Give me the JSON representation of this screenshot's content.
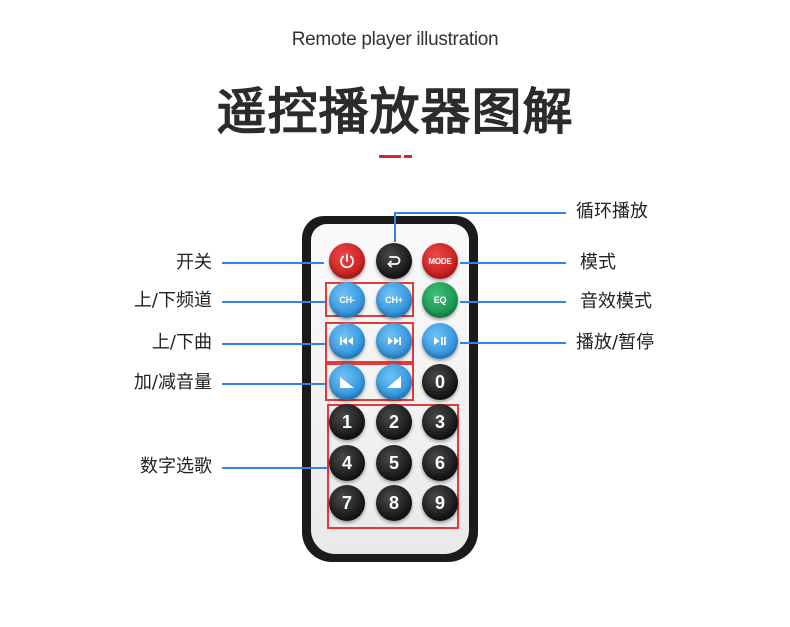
{
  "header": {
    "subtitle": "Remote player illustration",
    "title": "遥控播放器图解"
  },
  "colors": {
    "accent": "#d6262c",
    "callout_line": "#2e86e4",
    "highlight_box": "#e23b3b"
  },
  "remote": {
    "buttons": {
      "power": {
        "icon": "power-icon"
      },
      "repeat": {
        "icon": "return-arrow-icon"
      },
      "mode": {
        "label": "MODE"
      },
      "ch_minus": {
        "label": "CH-"
      },
      "ch_plus": {
        "label": "CH+"
      },
      "eq": {
        "label": "EQ"
      },
      "prev": {
        "icon": "previous-track-icon"
      },
      "next": {
        "icon": "next-track-icon"
      },
      "play_pause": {
        "icon": "play-pause-icon"
      },
      "vol_down": {
        "icon": "volume-down-icon"
      },
      "vol_up": {
        "icon": "volume-up-icon"
      },
      "digits": [
        "0",
        "1",
        "2",
        "3",
        "4",
        "5",
        "6",
        "7",
        "8",
        "9"
      ]
    }
  },
  "labels": {
    "left": {
      "power": "开关",
      "channel": "上/下频道",
      "track": "上/下曲",
      "volume": "加/减音量",
      "number_select": "数字选歌"
    },
    "right": {
      "repeat": "循环播放",
      "mode": "模式",
      "eq": "音效模式",
      "play_pause": "播放/暂停"
    }
  }
}
